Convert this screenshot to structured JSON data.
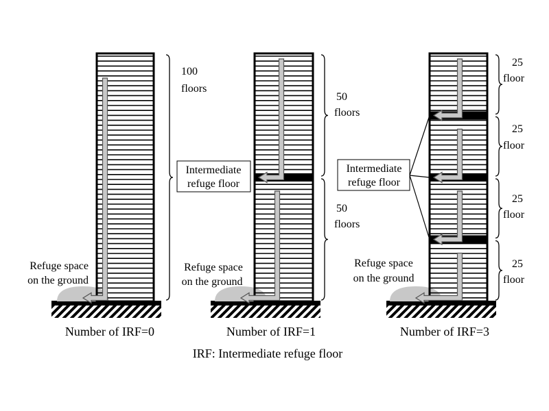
{
  "caption": "IRF: Intermediate refuge floor",
  "colors": {
    "building_outline": "#000000",
    "floor_lines": "#000000",
    "refuge_floor_band": "#000000",
    "arrow_fill": "#c8c8c8",
    "arrow_outline": "#555555",
    "refuge_space": "#c8c8c8",
    "background": "#ffffff"
  },
  "buildings": [
    {
      "id": "irf-0",
      "label": "Number of IRF=0",
      "irf_count": 0,
      "total_floors": 100,
      "ground_label_line1": "Refuge space",
      "ground_label_line2": "on the ground",
      "segments": [
        {
          "count_text": "100",
          "unit_text": "floors"
        }
      ]
    },
    {
      "id": "irf-1",
      "label": "Number of IRF=1",
      "irf_count": 1,
      "total_floors": 100,
      "ground_label_line1": "Refuge space",
      "ground_label_line2": "on the ground",
      "irf_label_line1": "Intermediate",
      "irf_label_line2": "refuge floor",
      "segments": [
        {
          "count_text": "50",
          "unit_text": "floors"
        },
        {
          "count_text": "50",
          "unit_text": "floors"
        }
      ]
    },
    {
      "id": "irf-3",
      "label": "Number of IRF=3",
      "irf_count": 3,
      "total_floors": 100,
      "ground_label_line1": "Refuge space",
      "ground_label_line2": "on the ground",
      "irf_label_line1": "Intermediate",
      "irf_label_line2": "refuge floor",
      "segments": [
        {
          "count_text": "25",
          "unit_text": "floor"
        },
        {
          "count_text": "25",
          "unit_text": "floor"
        },
        {
          "count_text": "25",
          "unit_text": "floor"
        },
        {
          "count_text": "25",
          "unit_text": "floor"
        }
      ]
    }
  ]
}
